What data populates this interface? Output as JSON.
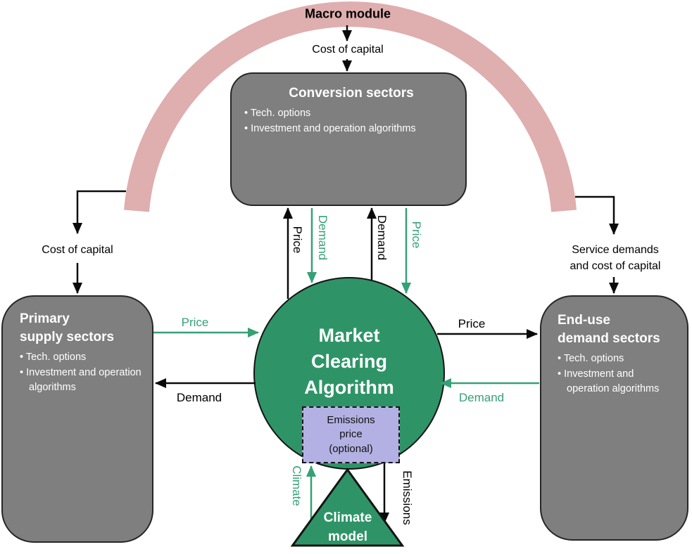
{
  "macro_module": {
    "label": "Macro module"
  },
  "arrows": {
    "top_cost_of_capital": "Cost of capital",
    "left_cost_of_capital": "Cost of capital",
    "right_service_line1": "Service demands",
    "right_service_line2": "and cost of capital",
    "conv_price_up": "Price",
    "conv_demand_down": "Demand",
    "conv_demand_up": "Demand",
    "conv_price_down": "Price",
    "supply_price": "Price",
    "supply_demand": "Demand",
    "enduse_price": "Price",
    "enduse_demand": "Demand",
    "climate": "Climate",
    "emissions": "Emissions"
  },
  "conversion_box": {
    "title": "Conversion sectors",
    "bullets": [
      "Tech. options",
      "Investment and operation algorithms"
    ]
  },
  "supply_box": {
    "title_lines": [
      "Primary",
      "supply sectors"
    ],
    "bullets": [
      "Tech. options",
      "Investment and operation algorithms"
    ]
  },
  "demand_box": {
    "title_lines": [
      "End-use",
      "demand sectors"
    ],
    "bullets": [
      "Tech. options",
      "Investment and operation algorithms"
    ]
  },
  "market_circle": {
    "line1": "Market",
    "line2": "Clearing",
    "line3": "Algorithm"
  },
  "emissions_box": {
    "line1": "Emissions",
    "line2": "price",
    "line3": "(optional)"
  },
  "climate_model": {
    "line1": "Climate",
    "line2": "model"
  },
  "colors": {
    "box_fill": "#7f7f7f",
    "box_border": "#262626",
    "shape_green": "#2e9467",
    "arrow_green": "#36a077",
    "arc_pink": "#dfaeae",
    "emissions_box_fill": "#b3b1e3",
    "arrow_black": "#0a0a0a"
  }
}
